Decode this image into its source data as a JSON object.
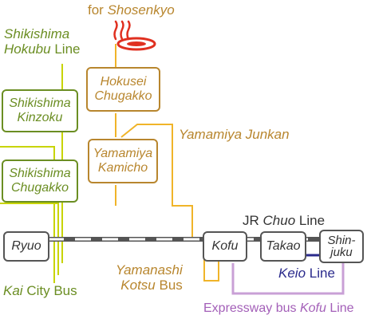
{
  "colors": {
    "olive": "#6b8e23",
    "olive_line": "#c8d400",
    "orange": "#b8862e",
    "orange_line": "#f0b429",
    "gray": "#555555",
    "navy": "#2a2a8c",
    "purple": "#a35fb8",
    "red": "#e03020"
  },
  "destinations": {
    "shosenkyo_prefix": "for",
    "shosenkyo_name": "Shosenkyo"
  },
  "lines": {
    "hokubu_name": "Shikishima",
    "hokubu_name_italic": "Hokubu",
    "hokubu_suffix": "Line",
    "junkan": "Yamamiya Junkan",
    "jr_prefix": "JR",
    "jr_name": "Chuo",
    "jr_suffix": "Line",
    "keio_name": "Keio",
    "keio_suffix": "Line",
    "expressway_prefix": "Expressway bus",
    "expressway_name": "Kofu",
    "expressway_suffix": "Line",
    "kotsu_line1": "Yamanashi",
    "kotsu_line2_italic": "Kotsu",
    "kotsu_line2_suffix": "Bus",
    "kai_italic": "Kai",
    "kai_suffix": "City Bus"
  },
  "stops": {
    "hokusei": [
      "Hokusei",
      "Chugakko"
    ],
    "kinzoku": [
      "Shikishima",
      "Kinzoku"
    ],
    "shik_chugakko": [
      "Shikishima",
      "Chugakko"
    ],
    "kamicho": [
      "Yamamiya",
      "Kamicho"
    ],
    "ryuo": [
      "Ryuo"
    ],
    "kofu": [
      "Kofu"
    ],
    "takao": [
      "Takao"
    ],
    "shinjuku": [
      "Shin-",
      "juku"
    ]
  },
  "icons": {
    "onsen": "hot-spring-icon"
  }
}
